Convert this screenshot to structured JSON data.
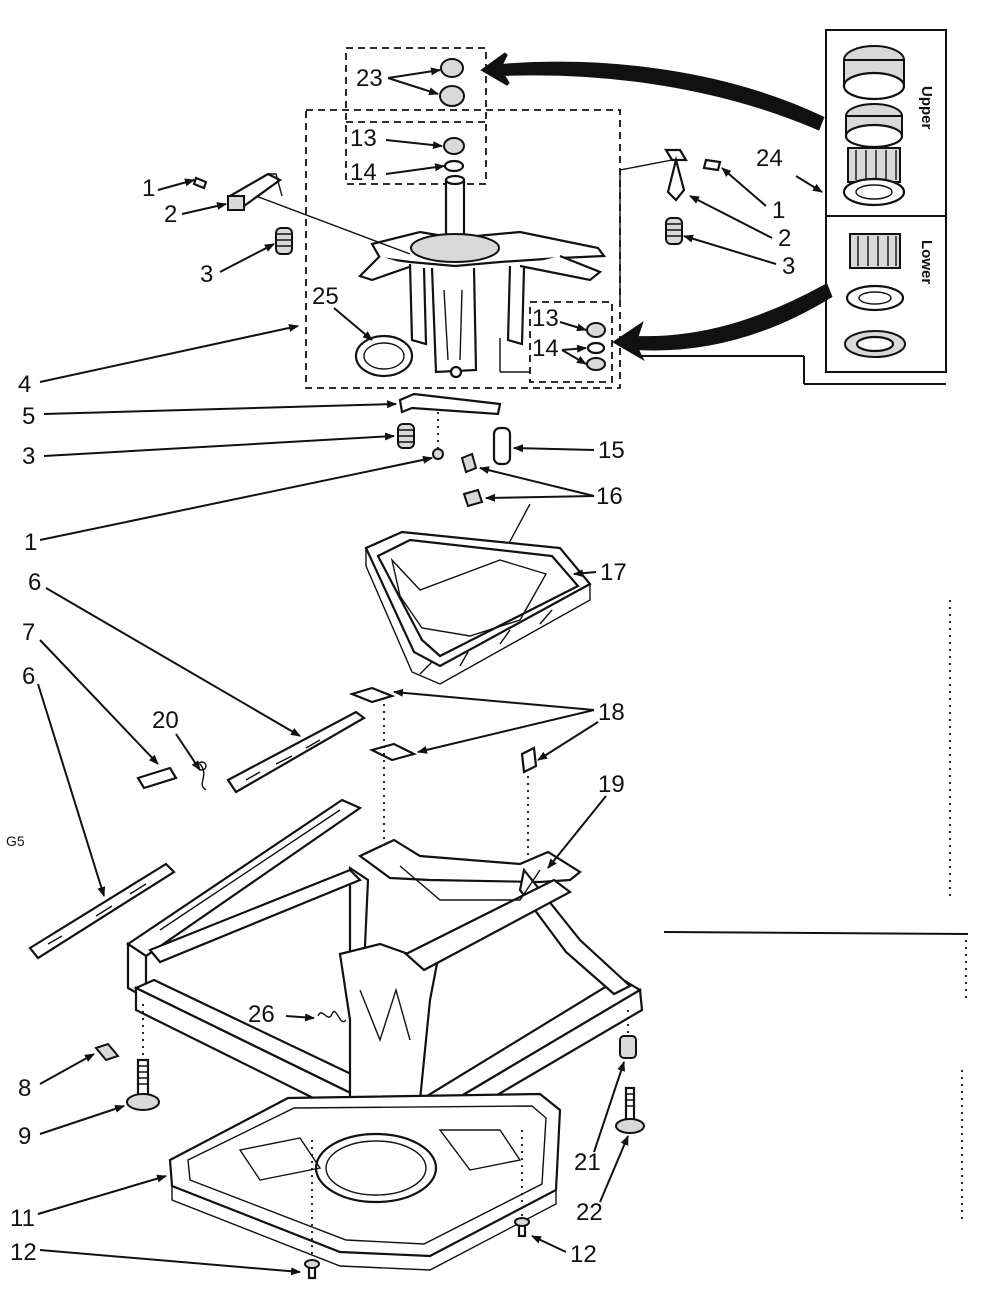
{
  "diagram": {
    "labels": {
      "l1a": "1",
      "l1b": "1",
      "l1c": "1",
      "l2a": "2",
      "l2b": "2",
      "l3a": "3",
      "l3b": "3",
      "l3c": "3",
      "l4": "4",
      "l5": "5",
      "l6a": "6",
      "l6b": "6",
      "l7": "7",
      "l8": "8",
      "l9": "9",
      "l11": "11",
      "l12a": "12",
      "l12b": "12",
      "l13a": "13",
      "l13b": "13",
      "l14a": "14",
      "l14b": "14",
      "l15": "15",
      "l16a": "16",
      "l16b": "16",
      "l17": "17",
      "l18": "18",
      "l19": "19",
      "l20": "20",
      "l21": "21",
      "l22": "22",
      "l23": "23",
      "l24": "24",
      "l25": "25",
      "l26": "26",
      "g5": "G5"
    },
    "inset": {
      "upper": "Upper",
      "lower": "Lower"
    }
  }
}
